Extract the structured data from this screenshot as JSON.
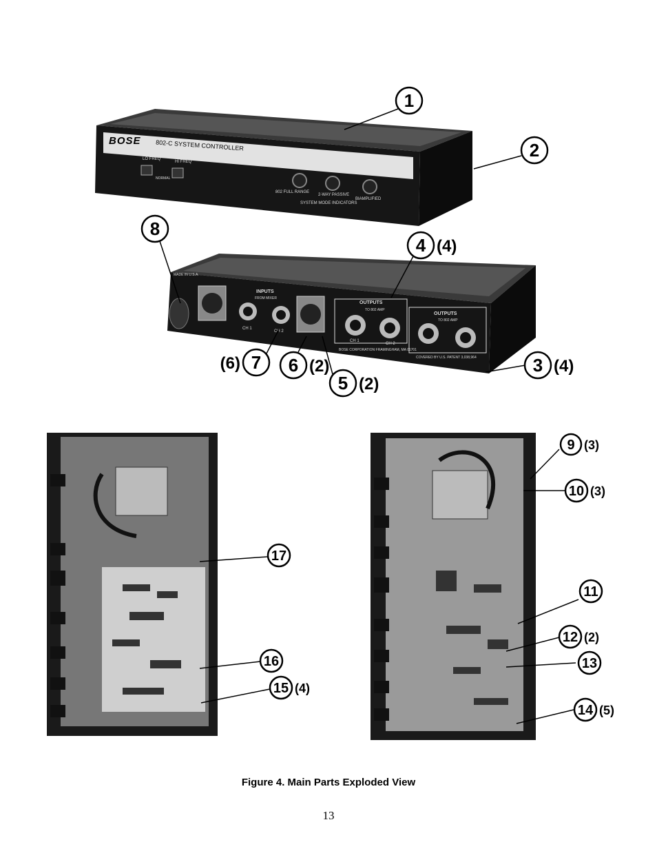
{
  "front_panel": {
    "brand": "BOSE",
    "model": "802-C SYSTEM CONTROLLER",
    "lo_freq": "LO FREQ",
    "hi_freq": "HI FREQ",
    "normal": "NORMAL",
    "ind_full": "802 FULL RANGE",
    "ind_2way": "2-WAY PASSIVE",
    "ind_biamp": "BIAMPLIFIED",
    "ind_caption": "SYSTEM MODE INDICATORS"
  },
  "rear_panel": {
    "made_in": "MADE IN U.S.A.",
    "inputs": "INPUTS",
    "from_mixer": "FROM MIXER",
    "outputs": "OUTPUTS",
    "to_amp": "TO 802 AMP",
    "ch1": "CH 1",
    "ch2": "CH 2",
    "corp": "BOSE CORPORATION   FRAMINGHAM, MA 01701",
    "patent": "COVERED BY U.S. PATENT 3,038,964"
  },
  "callouts": [
    {
      "num": "1",
      "qty": ""
    },
    {
      "num": "2",
      "qty": ""
    },
    {
      "num": "8",
      "qty": ""
    },
    {
      "num": "4",
      "qty": "(4)"
    },
    {
      "num": "7",
      "qty": "(6)"
    },
    {
      "num": "6",
      "qty": "(2)"
    },
    {
      "num": "5",
      "qty": "(2)"
    },
    {
      "num": "3",
      "qty": "(4)"
    },
    {
      "num": "17",
      "qty": ""
    },
    {
      "num": "16",
      "qty": ""
    },
    {
      "num": "15",
      "qty": "(4)"
    },
    {
      "num": "9",
      "qty": "(3)"
    },
    {
      "num": "10",
      "qty": "(3)"
    },
    {
      "num": "11",
      "qty": ""
    },
    {
      "num": "12",
      "qty": "(2)"
    },
    {
      "num": "13",
      "qty": ""
    },
    {
      "num": "14",
      "qty": "(5)"
    }
  ],
  "caption": "Figure 4. Main Parts Exploded View",
  "page_number": "13"
}
